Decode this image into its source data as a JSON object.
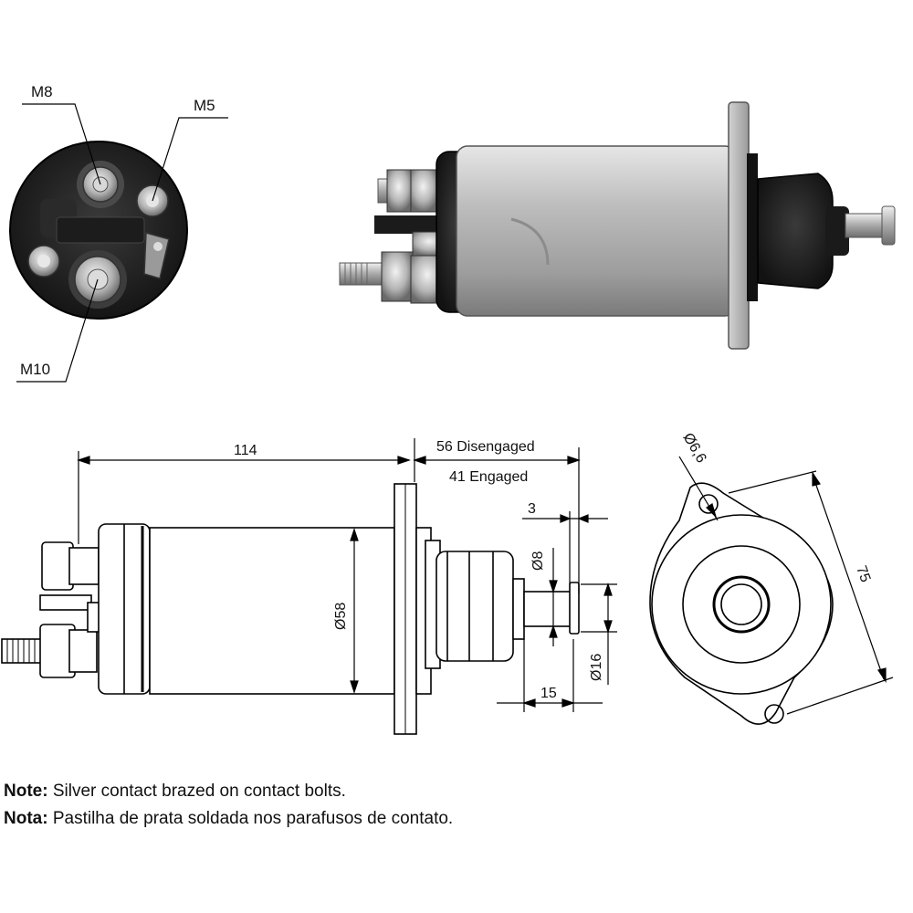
{
  "terminals": {
    "m8": "M8",
    "m5": "M5",
    "m10": "M10"
  },
  "dimensions": {
    "length": "114",
    "disengaged": "56 Disengaged",
    "engaged": "41 Engaged",
    "gap": "3",
    "rod_dia": "Ø8",
    "body_dia": "Ø58",
    "plunger_dia": "Ø16",
    "plunger_len": "15",
    "hole_dia": "Ø6,6",
    "hole_span": "75"
  },
  "notes": [
    {
      "key": "Note:",
      "text": " Silver contact brazed on contact bolts."
    },
    {
      "key": "Nota:",
      "text": " Pastilha de prata soldada nos parafusos de contato."
    }
  ]
}
